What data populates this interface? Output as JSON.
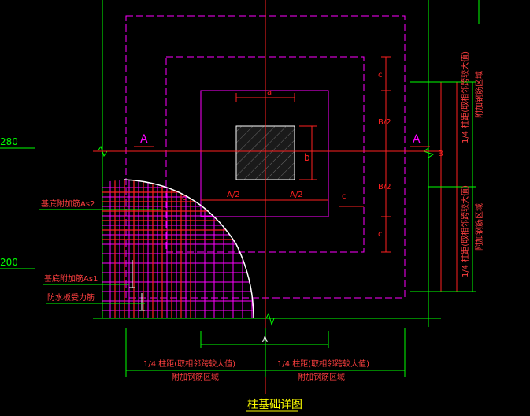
{
  "colors": {
    "background": "#000000",
    "magenta": "#ff00ff",
    "red": "#ff2020",
    "green": "#00ff00",
    "white": "#ffffff",
    "yellow": "#ffff00",
    "label_red": "#ff4040"
  },
  "labels": {
    "section_left": "A",
    "section_right": "A",
    "dim_top": "a",
    "dim_b_side": "b",
    "half_a_left": "A/2",
    "half_a_right": "A/2",
    "c_left": "c",
    "c_right": "c",
    "c_top": "c",
    "c_bottom": "c",
    "half_b_top": "B/2",
    "half_b_bottom": "B/2",
    "dim_big_b": "B",
    "dim_big_a": "A",
    "elev_upper": "280",
    "elev_lower": "200"
  },
  "callouts": {
    "as2": "基底附加筋As2",
    "as1": "基底附加筋As1",
    "waterproof": "防水板受力筋"
  },
  "bottom_dims": {
    "left_line1": "1/4 柱距(取相邻跨较大值)",
    "left_line2": "附加钢筋区域",
    "right_line1": "1/4 柱距(取相邻跨较大值)",
    "right_line2": "附加钢筋区域"
  },
  "right_dims": {
    "upper_line1": "1/4 柱距(取相邻跨较大值)",
    "upper_line2": "附加钢筋区域",
    "lower_line1": "1/4 柱距(取相邻跨较大值)",
    "lower_line2": "附加钢筋区域"
  },
  "caption": "柱基础详图"
}
